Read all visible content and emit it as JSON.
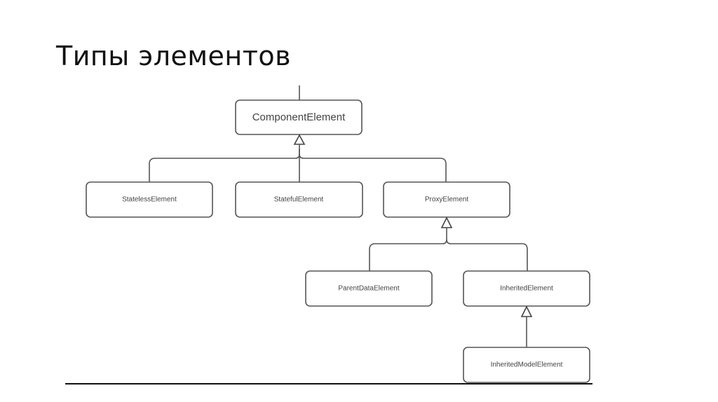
{
  "slide": {
    "title": "Типы элементов"
  },
  "diagram": {
    "nodes": {
      "component": "ComponentElement",
      "stateless": "StatelessElement",
      "stateful": "StatefulElement",
      "proxy": "ProxyElement",
      "parent_data": "ParentDataElement",
      "inherited": "InheritedElement",
      "inherited_model": "InheritedModelElement"
    },
    "edges": [
      {
        "from": "stateless",
        "to": "component",
        "type": "inheritance"
      },
      {
        "from": "stateful",
        "to": "component",
        "type": "inheritance"
      },
      {
        "from": "proxy",
        "to": "component",
        "type": "inheritance"
      },
      {
        "from": "parent_data",
        "to": "proxy",
        "type": "inheritance"
      },
      {
        "from": "inherited",
        "to": "proxy",
        "type": "inheritance"
      },
      {
        "from": "inherited_model",
        "to": "inherited",
        "type": "inheritance"
      }
    ]
  }
}
